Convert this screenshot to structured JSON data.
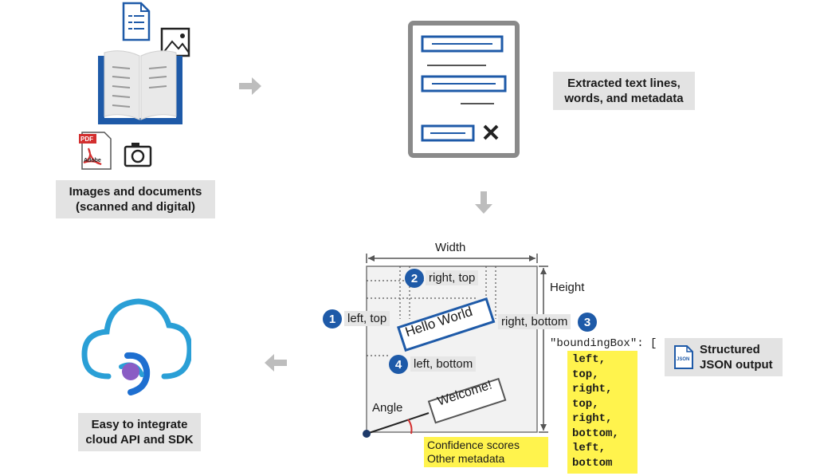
{
  "inputs": {
    "caption_line1": "Images and documents",
    "caption_line2": "(scanned and digital)",
    "pdf_tag": "PDF",
    "adobe_tag": "Adobe"
  },
  "extracted": {
    "caption_line1": "Extracted text lines,",
    "caption_line2": "words, and metadata"
  },
  "cloud": {
    "caption_line1": "Easy to integrate",
    "caption_line2": "cloud API and SDK"
  },
  "bbox_diagram": {
    "width_label": "Width",
    "height_label": "Height",
    "angle_label": "Angle",
    "hello_text": "Hello World",
    "welcome_text": "Welcome!",
    "corners": [
      {
        "num": "1",
        "label": "left, top"
      },
      {
        "num": "2",
        "label": "right, top"
      },
      {
        "num": "3",
        "label": "right, bottom"
      },
      {
        "num": "4",
        "label": "left, bottom"
      }
    ],
    "metadata_line1": "Confidence scores",
    "metadata_line2": "Other metadata"
  },
  "json_output": {
    "key_line": "\"boundingBox\": [",
    "values": [
      "left,",
      "top,",
      "right,",
      "top,",
      "right,",
      "bottom,",
      "left,",
      "bottom"
    ],
    "caption_line1": "Structured",
    "caption_line2": "JSON output",
    "icon_tag": "JSON"
  },
  "colors": {
    "accent_blue": "#1e5aa8",
    "light_blue": "#2a9fd6",
    "arrow_grey": "#bdbdbd",
    "label_grey": "#e3e3e3",
    "highlight_yellow": "#fff34d",
    "pdf_red": "#d32f2f",
    "cloud_purple": "#8a5cc4"
  }
}
